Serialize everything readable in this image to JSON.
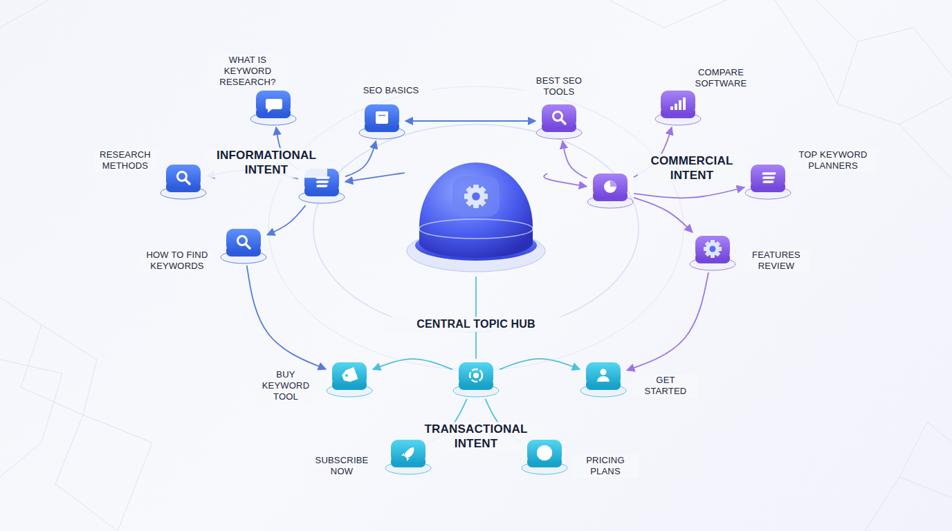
{
  "diagram": {
    "nodes": [
      {
        "text": [
          "CENTRAL TOPIC HUB"
        ]
      },
      {
        "text": [
          "INFORMATIONAL INTENT"
        ]
      },
      {
        "text": [
          "WHAT IS KEYWORD RESEARCH?"
        ]
      },
      {
        "text": [
          "SEO BASICS"
        ]
      },
      {
        "text": [
          "RESEARCH METHODS"
        ]
      },
      {
        "text": [
          "HOW TO FIND KEYWORDS"
        ]
      },
      {
        "text": [
          "COMMERCIAL INTENT"
        ]
      },
      {
        "text": [
          "BEST SEO TOOLS"
        ]
      },
      {
        "text": [
          "COMPARE SOFTWARE"
        ]
      },
      {
        "text": [
          "TOP KEYWORD PLANNERS"
        ]
      },
      {
        "text": [
          "FEATURES REVIEW"
        ]
      },
      {
        "text": [
          "TRANSACTIONAL INTENT"
        ]
      },
      {
        "text": [
          "BUY KEYWORD TOOL"
        ]
      },
      {
        "text": [
          "GET STARTED"
        ]
      },
      {
        "text": [
          "SUBSCRIBE NOW"
        ]
      },
      {
        "text": [
          "PRICING PLANS"
        ]
      }
    ],
    "edges": [
      {
        "from": 0,
        "to": 1,
        "arrow": "to"
      },
      {
        "from": 0,
        "to": 6,
        "arrow": "to"
      },
      {
        "from": 0,
        "to": 11,
        "arrow": "none"
      },
      {
        "from": 1,
        "to": 2,
        "arrow": "to"
      },
      {
        "from": 1,
        "to": 3,
        "arrow": "to"
      },
      {
        "from": 1,
        "to": 4,
        "arrow": "to"
      },
      {
        "from": 1,
        "to": 5,
        "arrow": "to"
      },
      {
        "from": 3,
        "to": 7,
        "arrow": "both"
      },
      {
        "from": 6,
        "to": 7,
        "arrow": "to"
      },
      {
        "from": 6,
        "to": 8,
        "arrow": "to"
      },
      {
        "from": 6,
        "to": 9,
        "arrow": "to"
      },
      {
        "from": 6,
        "to": 10,
        "arrow": "to"
      },
      {
        "from": 11,
        "to": 12,
        "arrow": "to"
      },
      {
        "from": 11,
        "to": 13,
        "arrow": "to"
      },
      {
        "from": 11,
        "to": 14,
        "arrow": "none"
      },
      {
        "from": 11,
        "to": 15,
        "arrow": "none"
      },
      {
        "from": 5,
        "to": 12,
        "arrow": "to"
      },
      {
        "from": 10,
        "to": 13,
        "arrow": "to"
      }
    ]
  }
}
